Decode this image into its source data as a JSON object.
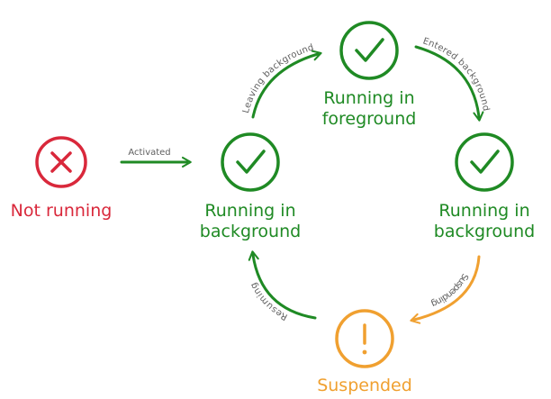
{
  "colors": {
    "green": "#1f8a24",
    "red": "#d9283b",
    "orange": "#f0a030",
    "label_gray": "#606060"
  },
  "states": {
    "not_running": {
      "line1": "Not running",
      "icon": "x-icon",
      "color": "#d9283b"
    },
    "running_bg_left": {
      "line1": "Running in",
      "line2": "background",
      "icon": "checkmark-icon",
      "color": "#1f8a24"
    },
    "running_fg": {
      "line1": "Running in",
      "line2": "foreground",
      "icon": "checkmark-icon",
      "color": "#1f8a24"
    },
    "running_bg_right": {
      "line1": "Running in",
      "line2": "background",
      "icon": "checkmark-icon",
      "color": "#1f8a24"
    },
    "suspended": {
      "line1": "Suspended",
      "icon": "exclamation-icon",
      "color": "#f0a030"
    }
  },
  "transitions": {
    "activated": "Activated",
    "leaving_background": "Leaving background",
    "entered_background": "Entered background",
    "suspending": "Suspending",
    "resuming": "Resuming"
  }
}
